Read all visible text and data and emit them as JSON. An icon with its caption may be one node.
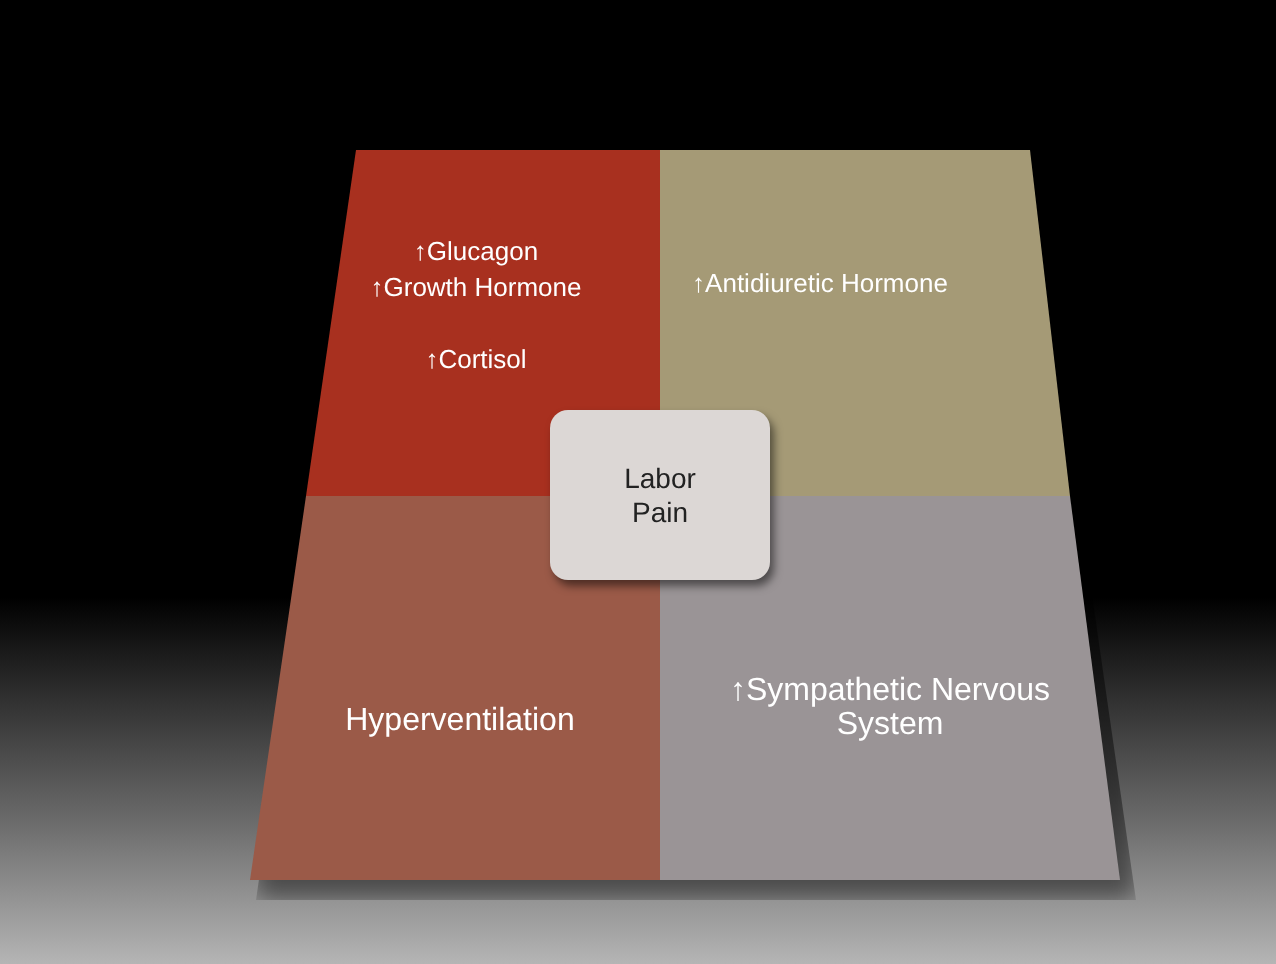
{
  "diagram": {
    "nodes": [
      {
        "text": [
          "↑Glucagon",
          "↑Growth Hormone",
          "↑Cortisol"
        ]
      },
      {
        "text": [
          "↑Antidiuretic Hormone"
        ]
      },
      {
        "text": [
          "Labor Pain"
        ]
      },
      {
        "text": [
          "Hyperventilation"
        ]
      },
      {
        "text": [
          "↑Sympathetic Nervous System"
        ]
      }
    ]
  }
}
